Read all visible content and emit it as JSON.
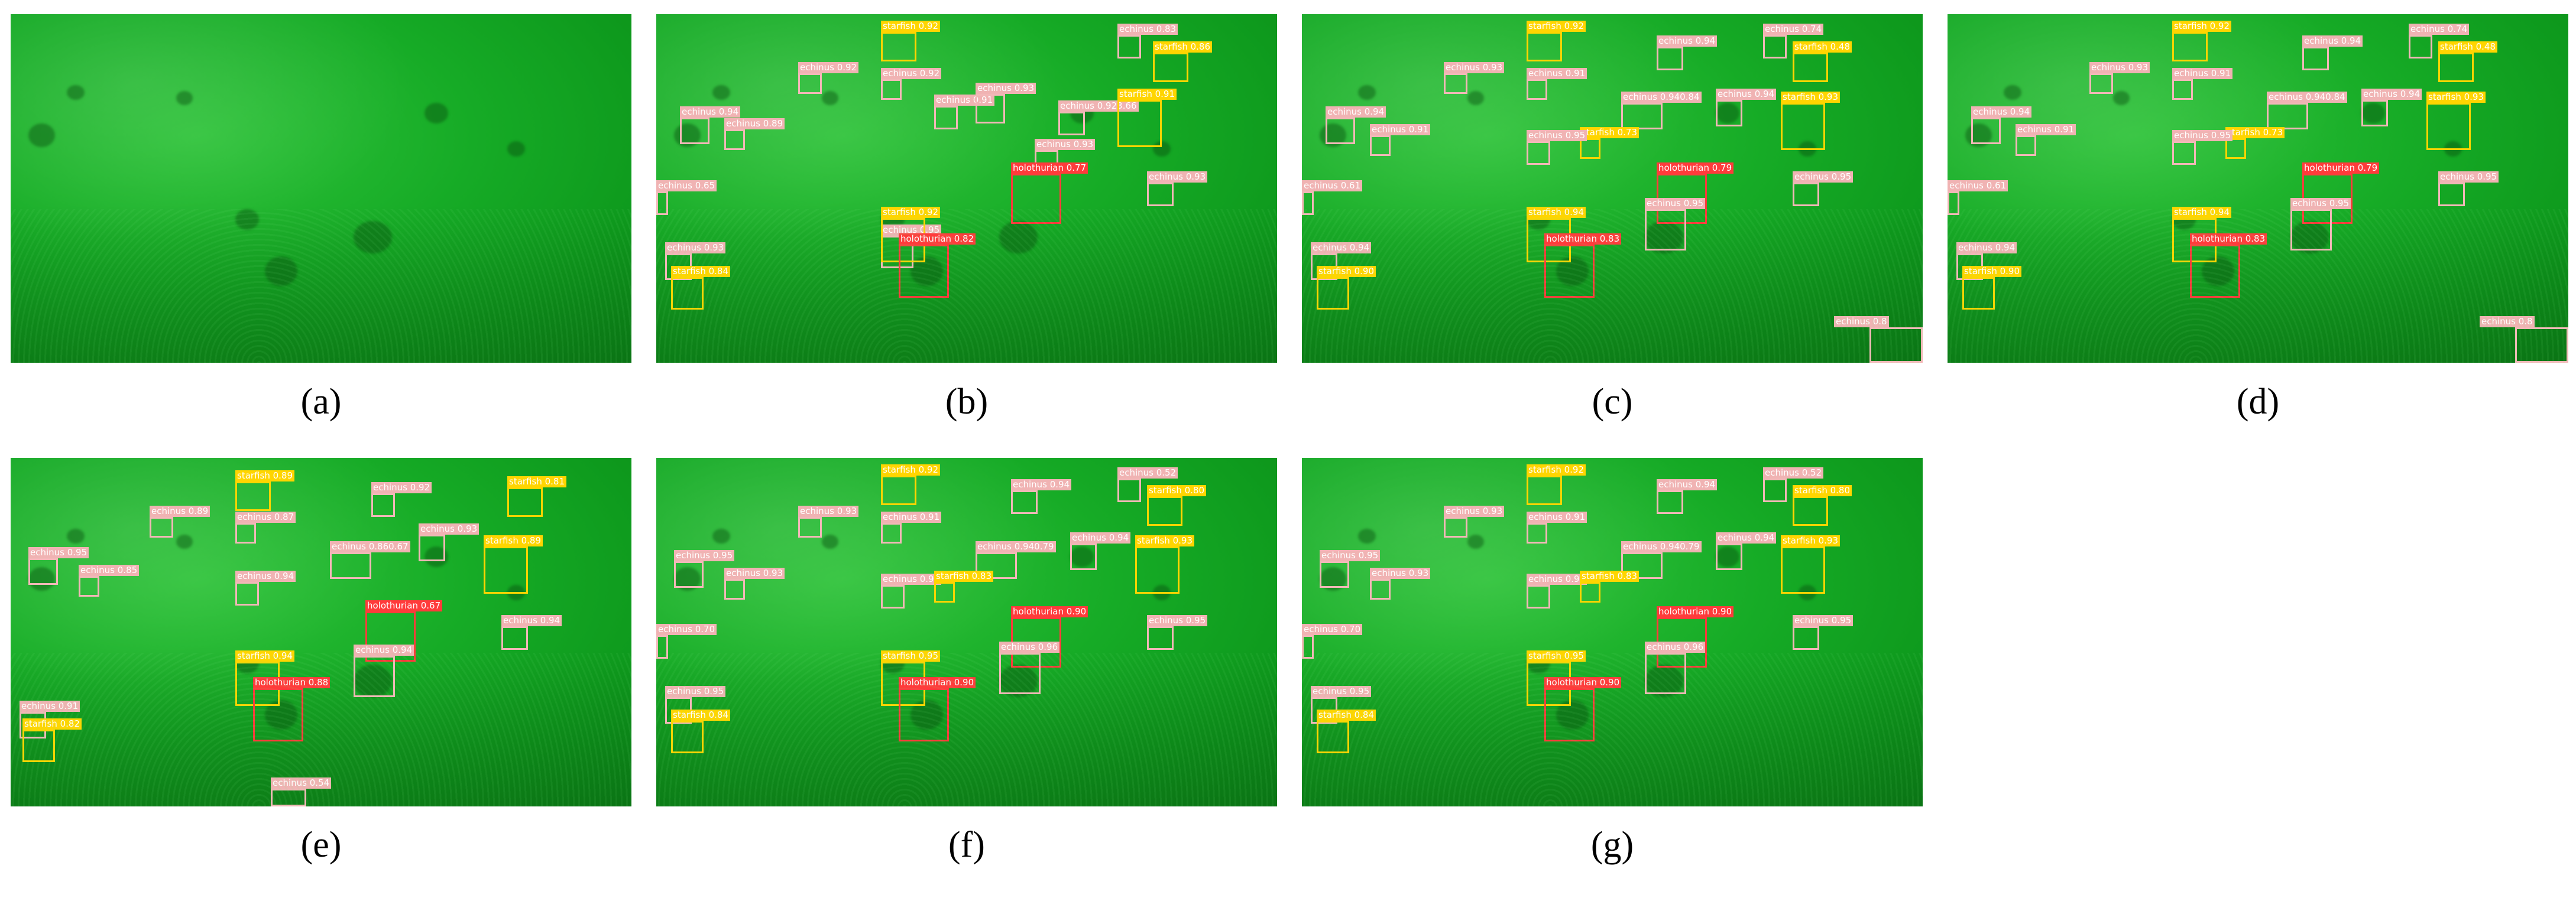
{
  "panels": [
    {
      "caption": "(a)",
      "detections": []
    },
    {
      "caption": "(b)",
      "detections": [
        {
          "label": "starfish 0.92",
          "cls": "starfish"
        },
        {
          "label": "echinus 0.92",
          "cls": "echinus"
        },
        {
          "label": "echinus 0.83",
          "cls": "echinus"
        },
        {
          "label": "starfish 0.86",
          "cls": "starfish"
        },
        {
          "label": "echinus 0.92",
          "cls": "echinus"
        },
        {
          "label": "echinus 0.91",
          "cls": "echinus"
        },
        {
          "label": "echinus 0.93",
          "cls": "echinus"
        },
        {
          "label": "echinus 0.94",
          "cls": "echinus"
        },
        {
          "label": "echinus 0.923.66",
          "cls": "echinus"
        },
        {
          "label": "starfish 0.91",
          "cls": "starfish"
        },
        {
          "label": "echinus 0.89",
          "cls": "echinus"
        },
        {
          "label": "echinus 0.93",
          "cls": "echinus"
        },
        {
          "label": "holothurian 0.77",
          "cls": "holothurian"
        },
        {
          "label": "echinus 0.93",
          "cls": "echinus"
        },
        {
          "label": "echinus 0.65",
          "cls": "echinus"
        },
        {
          "label": "echinus 0.95",
          "cls": "echinus"
        },
        {
          "label": "starfish 0.92",
          "cls": "starfish"
        },
        {
          "label": "holothurian 0.82",
          "cls": "holothurian"
        },
        {
          "label": "echinus 0.93",
          "cls": "echinus"
        },
        {
          "label": "starfish 0.84",
          "cls": "starfish"
        }
      ]
    },
    {
      "caption": "(c)",
      "detections": [
        {
          "label": "starfish 0.92",
          "cls": "starfish"
        },
        {
          "label": "echinus 0.94",
          "cls": "echinus"
        },
        {
          "label": "echinus 0.74",
          "cls": "echinus"
        },
        {
          "label": "starfish 0.48",
          "cls": "starfish"
        },
        {
          "label": "echinus 0.93",
          "cls": "echinus"
        },
        {
          "label": "echinus 0.91",
          "cls": "echinus"
        },
        {
          "label": "echinus 0.94",
          "cls": "echinus"
        },
        {
          "label": "echinus 0.940.84",
          "cls": "echinus"
        },
        {
          "label": "starfish 0.93",
          "cls": "starfish"
        },
        {
          "label": "echinus 0.94",
          "cls": "echinus"
        },
        {
          "label": "starfish 0.73",
          "cls": "starfish"
        },
        {
          "label": "echinus 0.91",
          "cls": "echinus"
        },
        {
          "label": "echinus 0.95",
          "cls": "echinus"
        },
        {
          "label": "holothurian 0.79",
          "cls": "holothurian"
        },
        {
          "label": "echinus 0.95",
          "cls": "echinus"
        },
        {
          "label": "echinus 0.61",
          "cls": "echinus"
        },
        {
          "label": "echinus 0.95",
          "cls": "echinus"
        },
        {
          "label": "starfish 0.94",
          "cls": "starfish"
        },
        {
          "label": "holothurian 0.83",
          "cls": "holothurian"
        },
        {
          "label": "echinus 0.94",
          "cls": "echinus"
        },
        {
          "label": "starfish 0.90",
          "cls": "starfish"
        },
        {
          "label": "echinus 0.8",
          "cls": "echinus"
        }
      ]
    },
    {
      "caption": "(d)",
      "detections": [
        {
          "label": "starfish 0.92",
          "cls": "starfish"
        },
        {
          "label": "echinus 0.94",
          "cls": "echinus"
        },
        {
          "label": "echinus 0.74",
          "cls": "echinus"
        },
        {
          "label": "starfish 0.48",
          "cls": "starfish"
        },
        {
          "label": "echinus 0.93",
          "cls": "echinus"
        },
        {
          "label": "echinus 0.91",
          "cls": "echinus"
        },
        {
          "label": "echinus 0.94",
          "cls": "echinus"
        },
        {
          "label": "echinus 0.940.84",
          "cls": "echinus"
        },
        {
          "label": "starfish 0.93",
          "cls": "starfish"
        },
        {
          "label": "echinus 0.94",
          "cls": "echinus"
        },
        {
          "label": "starfish 0.73",
          "cls": "starfish"
        },
        {
          "label": "echinus 0.91",
          "cls": "echinus"
        },
        {
          "label": "echinus 0.95",
          "cls": "echinus"
        },
        {
          "label": "holothurian 0.79",
          "cls": "holothurian"
        },
        {
          "label": "echinus 0.95",
          "cls": "echinus"
        },
        {
          "label": "echinus 0.61",
          "cls": "echinus"
        },
        {
          "label": "echinus 0.95",
          "cls": "echinus"
        },
        {
          "label": "starfish 0.94",
          "cls": "starfish"
        },
        {
          "label": "holothurian 0.83",
          "cls": "holothurian"
        },
        {
          "label": "echinus 0.94",
          "cls": "echinus"
        },
        {
          "label": "starfish 0.90",
          "cls": "starfish"
        },
        {
          "label": "echinus 0.8",
          "cls": "echinus"
        }
      ]
    },
    {
      "caption": "(e)",
      "detections": [
        {
          "label": "starfish 0.89",
          "cls": "starfish"
        },
        {
          "label": "echinus 0.92",
          "cls": "echinus"
        },
        {
          "label": "starfish 0.81",
          "cls": "starfish"
        },
        {
          "label": "echinus 0.89",
          "cls": "echinus"
        },
        {
          "label": "echinus 0.87",
          "cls": "echinus"
        },
        {
          "label": "echinus 0.93",
          "cls": "echinus"
        },
        {
          "label": "starfish 0.89",
          "cls": "starfish"
        },
        {
          "label": "echinus 0.95",
          "cls": "echinus"
        },
        {
          "label": "echinus 0.860.67",
          "cls": "echinus"
        },
        {
          "label": "echinus 0.85",
          "cls": "echinus"
        },
        {
          "label": "echinus 0.94",
          "cls": "echinus"
        },
        {
          "label": "holothurian 0.67",
          "cls": "holothurian"
        },
        {
          "label": "echinus 0.94",
          "cls": "echinus"
        },
        {
          "label": "echinus 0.94",
          "cls": "echinus"
        },
        {
          "label": "starfish 0.94",
          "cls": "starfish"
        },
        {
          "label": "holothurian 0.88",
          "cls": "holothurian"
        },
        {
          "label": "echinus 0.91",
          "cls": "echinus"
        },
        {
          "label": "starfish 0.82",
          "cls": "starfish"
        },
        {
          "label": "echinus 0.54",
          "cls": "echinus"
        }
      ]
    },
    {
      "caption": "(f)",
      "detections": [
        {
          "label": "starfish 0.92",
          "cls": "starfish"
        },
        {
          "label": "echinus 0.94",
          "cls": "echinus"
        },
        {
          "label": "echinus 0.52",
          "cls": "echinus"
        },
        {
          "label": "starfish 0.80",
          "cls": "starfish"
        },
        {
          "label": "echinus 0.93",
          "cls": "echinus"
        },
        {
          "label": "echinus 0.91",
          "cls": "echinus"
        },
        {
          "label": "echinus 0.94",
          "cls": "echinus"
        },
        {
          "label": "echinus 0.95",
          "cls": "echinus"
        },
        {
          "label": "echinus 0.940.79",
          "cls": "echinus"
        },
        {
          "label": "starfish 0.93",
          "cls": "starfish"
        },
        {
          "label": "echinus 0.93",
          "cls": "echinus"
        },
        {
          "label": "echinus 0.95",
          "cls": "echinus"
        },
        {
          "label": "starfish 0.83",
          "cls": "starfish"
        },
        {
          "label": "holothurian 0.90",
          "cls": "holothurian"
        },
        {
          "label": "echinus 0.95",
          "cls": "echinus"
        },
        {
          "label": "echinus 0.70",
          "cls": "echinus"
        },
        {
          "label": "echinus 0.96",
          "cls": "echinus"
        },
        {
          "label": "starfish 0.95",
          "cls": "starfish"
        },
        {
          "label": "holothurian 0.90",
          "cls": "holothurian"
        },
        {
          "label": "echinus 0.95",
          "cls": "echinus"
        },
        {
          "label": "starfish 0.84",
          "cls": "starfish"
        }
      ]
    },
    {
      "caption": "(g)",
      "detections": [
        {
          "label": "starfish 0.92",
          "cls": "starfish"
        },
        {
          "label": "echinus 0.94",
          "cls": "echinus"
        },
        {
          "label": "echinus 0.52",
          "cls": "echinus"
        },
        {
          "label": "starfish 0.80",
          "cls": "starfish"
        },
        {
          "label": "echinus 0.93",
          "cls": "echinus"
        },
        {
          "label": "echinus 0.91",
          "cls": "echinus"
        },
        {
          "label": "echinus 0.94",
          "cls": "echinus"
        },
        {
          "label": "echinus 0.95",
          "cls": "echinus"
        },
        {
          "label": "echinus 0.940.79",
          "cls": "echinus"
        },
        {
          "label": "starfish 0.93",
          "cls": "starfish"
        },
        {
          "label": "echinus 0.93",
          "cls": "echinus"
        },
        {
          "label": "echinus 0.95",
          "cls": "echinus"
        },
        {
          "label": "starfish 0.83",
          "cls": "starfish"
        },
        {
          "label": "holothurian 0.90",
          "cls": "holothurian"
        },
        {
          "label": "echinus 0.95",
          "cls": "echinus"
        },
        {
          "label": "echinus 0.70",
          "cls": "echinus"
        },
        {
          "label": "echinus 0.96",
          "cls": "echinus"
        },
        {
          "label": "starfish 0.95",
          "cls": "starfish"
        },
        {
          "label": "holothurian 0.90",
          "cls": "holothurian"
        },
        {
          "label": "echinus 0.95",
          "cls": "echinus"
        },
        {
          "label": "starfish 0.84",
          "cls": "starfish"
        }
      ]
    }
  ]
}
